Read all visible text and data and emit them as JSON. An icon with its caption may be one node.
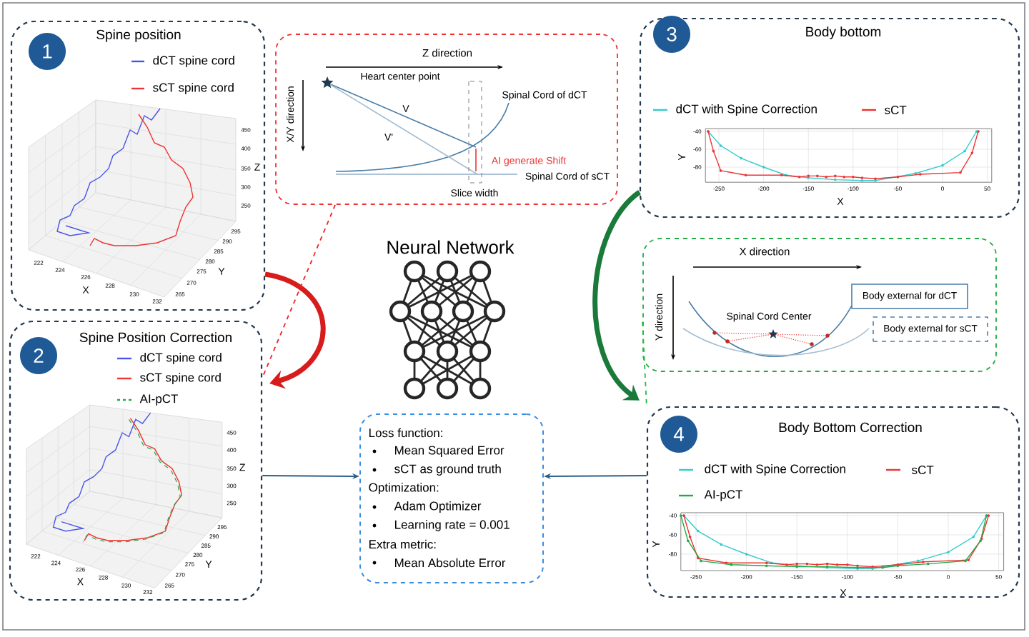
{
  "diagram": {
    "nodes": [
      {
        "text": [
          "Spine position"
        ]
      },
      {
        "text": [
          "1"
        ],
        "in": 0
      },
      {
        "text": [
          "Z direction",
          "X/Y direction",
          "Heart center point",
          "V",
          "V'",
          "Spinal Cord of dCT",
          "AI generate Shift",
          "Spinal Cord of sCT",
          "Slice width"
        ]
      },
      {
        "text": [
          "Body bottom"
        ]
      },
      {
        "text": [
          "3"
        ],
        "in": 3
      },
      {
        "text": [
          "Spine Position Correction"
        ]
      },
      {
        "text": [
          "2"
        ],
        "in": 5
      },
      {
        "text": [
          "X direction",
          "Y direction",
          "Spinal Cord Center"
        ]
      },
      {
        "text": [
          "Body external for dCT"
        ],
        "in": 7
      },
      {
        "text": [
          "Body external for sCT"
        ],
        "in": 7
      },
      {
        "text": [
          "Loss function:",
          "Mean Squared Error",
          "sCT as ground truth",
          "Optimization:",
          "Adam Optimizer",
          "Learning rate = 0.001",
          "Extra metric:",
          "Mean Absolute Error"
        ]
      },
      {
        "text": [
          "Body Bottom Correction"
        ]
      },
      {
        "text": [
          "4"
        ],
        "in": 11
      }
    ],
    "edges": [
      {
        "from": 0,
        "to": 5,
        "arrow": "to",
        "style": "thick",
        "color": "#d81b1b"
      },
      {
        "from": 2,
        "to": 5,
        "arrow": "none",
        "style": "dashed",
        "color": "#ee2222"
      },
      {
        "from": 3,
        "to": 11,
        "arrow": "to",
        "style": "thick",
        "color": "#1a7a3a"
      },
      {
        "from": 7,
        "to": 11,
        "arrow": "none",
        "style": "dashed",
        "color": "#22bb44"
      },
      {
        "from": 5,
        "to": 10,
        "arrow": "to",
        "color": "#2a5f8a"
      },
      {
        "from": 11,
        "to": 10,
        "arrow": "to",
        "color": "#2a5f8a"
      }
    ],
    "labels": [
      "Neural Network",
      "450",
      "400",
      "350",
      "300",
      "250",
      "Z",
      "295",
      "290",
      "285",
      "280",
      "275",
      "270",
      "265",
      "Y",
      "222",
      "224",
      "226",
      "228",
      "230",
      "232",
      "X",
      "450",
      "400",
      "350",
      "300",
      "250",
      "Z",
      "295",
      "290",
      "285",
      "280",
      "275",
      "270",
      "265",
      "Y",
      "222",
      "224",
      "226",
      "228",
      "230",
      "232",
      "X",
      "-40",
      "-60",
      "-80",
      "Y",
      "-250",
      "-200",
      "-150",
      "-100",
      "-50",
      "0",
      "50",
      "X",
      "-40",
      "-60",
      "-80",
      "Y",
      "-250",
      "-200",
      "-150",
      "-100",
      "-50",
      "0",
      "50",
      "X"
    ],
    "legend": [
      {
        "text": "dCT spine cord"
      },
      {
        "text": "sCT spine cord"
      },
      {
        "text": "dCT spine cord"
      },
      {
        "text": "sCT spine cord"
      },
      {
        "text": "AI-pCT"
      },
      {
        "text": "dCT with Spine Correction"
      },
      {
        "text": "sCT"
      },
      {
        "text": "dCT with Spine Correction"
      },
      {
        "text": "sCT"
      },
      {
        "text": "AI-pCT"
      }
    ]
  }
}
